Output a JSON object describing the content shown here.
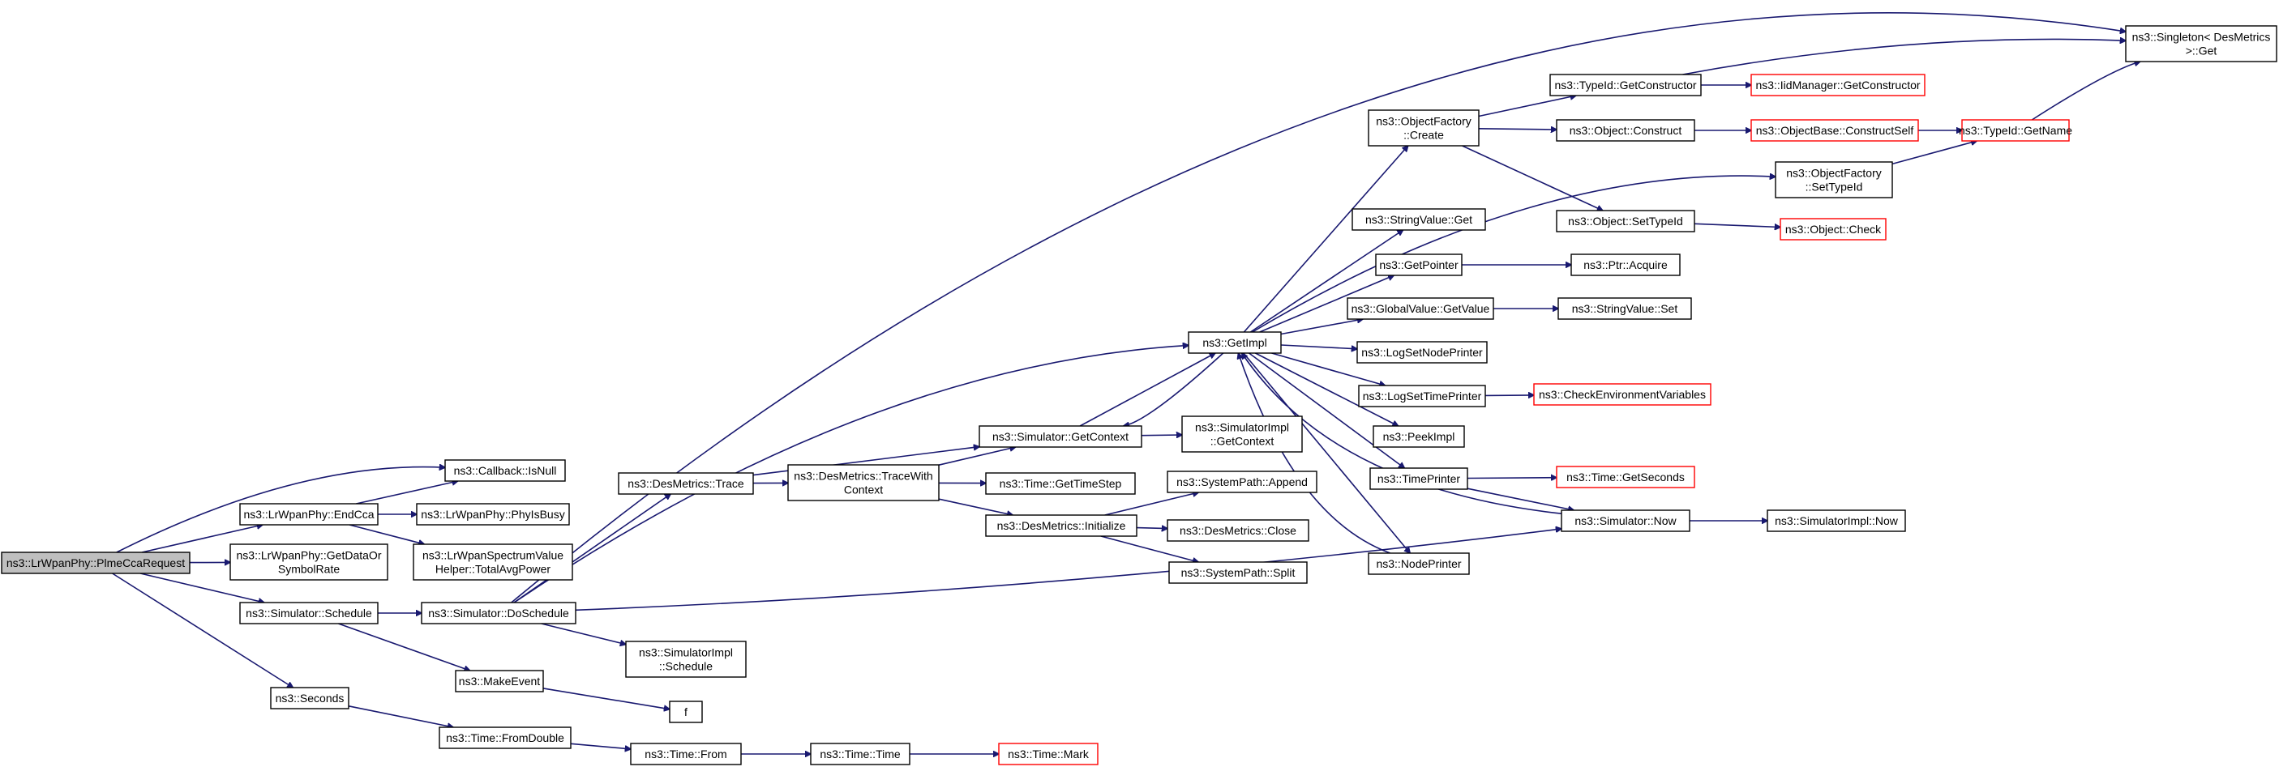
{
  "colors": {
    "edge": "#191970",
    "box_border": "#000000",
    "box_fill": "#ffffff",
    "truncated_border": "#ff0000",
    "root_fill": "#bfbfbf"
  },
  "nodes": [
    {
      "id": "root",
      "lines": [
        "ns3::LrWpanPhy::PlmeCcaRequest"
      ],
      "style": "root"
    },
    {
      "id": "cbnull",
      "lines": [
        "ns3::Callback::IsNull"
      ],
      "style": "normal"
    },
    {
      "id": "endcca",
      "lines": [
        "ns3::LrWpanPhy::EndCca"
      ],
      "style": "normal"
    },
    {
      "id": "getdata",
      "lines": [
        "ns3::LrWpanPhy::GetDataOr",
        "SymbolRate"
      ],
      "style": "normal"
    },
    {
      "id": "simsched",
      "lines": [
        "ns3::Simulator::Schedule"
      ],
      "style": "normal"
    },
    {
      "id": "seconds",
      "lines": [
        "ns3::Seconds"
      ],
      "style": "normal"
    },
    {
      "id": "phybusy",
      "lines": [
        "ns3::LrWpanPhy::PhyIsBusy"
      ],
      "style": "normal"
    },
    {
      "id": "totavg",
      "lines": [
        "ns3::LrWpanSpectrumValue",
        "Helper::TotalAvgPower"
      ],
      "style": "normal"
    },
    {
      "id": "dmtrace",
      "lines": [
        "ns3::DesMetrics::Trace"
      ],
      "style": "normal"
    },
    {
      "id": "dosched",
      "lines": [
        "ns3::Simulator::DoSchedule"
      ],
      "style": "normal"
    },
    {
      "id": "makeevent",
      "lines": [
        "ns3::MakeEvent"
      ],
      "style": "normal"
    },
    {
      "id": "fromdouble",
      "lines": [
        "ns3::Time::FromDouble"
      ],
      "style": "normal"
    },
    {
      "id": "tracewith",
      "lines": [
        "ns3::DesMetrics::TraceWith",
        "Context"
      ],
      "style": "normal"
    },
    {
      "id": "implsched",
      "lines": [
        "ns3::SimulatorImpl",
        "::Schedule"
      ],
      "style": "normal"
    },
    {
      "id": "f",
      "lines": [
        "f"
      ],
      "style": "normal"
    },
    {
      "id": "timefrom",
      "lines": [
        "ns3::Time::From"
      ],
      "style": "normal"
    },
    {
      "id": "getcontext",
      "lines": [
        "ns3::Simulator::GetContext"
      ],
      "style": "normal"
    },
    {
      "id": "timestep",
      "lines": [
        "ns3::Time::GetTimeStep"
      ],
      "style": "normal"
    },
    {
      "id": "dminit",
      "lines": [
        "ns3::DesMetrics::Initialize"
      ],
      "style": "normal"
    },
    {
      "id": "timetime",
      "lines": [
        "ns3::Time::Time"
      ],
      "style": "normal"
    },
    {
      "id": "implctx",
      "lines": [
        "ns3::SimulatorImpl",
        "::GetContext"
      ],
      "style": "normal"
    },
    {
      "id": "spappend",
      "lines": [
        "ns3::SystemPath::Append"
      ],
      "style": "normal"
    },
    {
      "id": "dmclose",
      "lines": [
        "ns3::DesMetrics::Close"
      ],
      "style": "normal"
    },
    {
      "id": "spsplit",
      "lines": [
        "ns3::SystemPath::Split"
      ],
      "style": "normal"
    },
    {
      "id": "timemark",
      "lines": [
        "ns3::Time::Mark"
      ],
      "style": "truncated"
    },
    {
      "id": "getimpl",
      "lines": [
        "ns3::GetImpl"
      ],
      "style": "normal"
    },
    {
      "id": "ofcreate",
      "lines": [
        "ns3::ObjectFactory",
        "::Create"
      ],
      "style": "normal"
    },
    {
      "id": "svget",
      "lines": [
        "ns3::StringValue::Get"
      ],
      "style": "normal"
    },
    {
      "id": "getpointer",
      "lines": [
        "ns3::GetPointer"
      ],
      "style": "normal"
    },
    {
      "id": "gvget",
      "lines": [
        "ns3::GlobalValue::GetValue"
      ],
      "style": "normal"
    },
    {
      "id": "lognode",
      "lines": [
        "ns3::LogSetNodePrinter"
      ],
      "style": "normal"
    },
    {
      "id": "logtime",
      "lines": [
        "ns3::LogSetTimePrinter"
      ],
      "style": "normal"
    },
    {
      "id": "peekimpl",
      "lines": [
        "ns3::PeekImpl"
      ],
      "style": "normal"
    },
    {
      "id": "timeprinter",
      "lines": [
        "ns3::TimePrinter"
      ],
      "style": "normal"
    },
    {
      "id": "nodeprinter",
      "lines": [
        "ns3::NodePrinter"
      ],
      "style": "normal"
    },
    {
      "id": "tidctor",
      "lines": [
        "ns3::TypeId::GetConstructor"
      ],
      "style": "normal"
    },
    {
      "id": "objconstruct",
      "lines": [
        "ns3::Object::Construct"
      ],
      "style": "normal"
    },
    {
      "id": "ofsettid",
      "lines": [
        "ns3::ObjectFactory",
        "::SetTypeId"
      ],
      "style": "normal"
    },
    {
      "id": "objsettid",
      "lines": [
        "ns3::Object::SetTypeId"
      ],
      "style": "normal"
    },
    {
      "id": "ptracquire",
      "lines": [
        "ns3::Ptr::Acquire"
      ],
      "style": "normal"
    },
    {
      "id": "svset",
      "lines": [
        "ns3::StringValue::Set"
      ],
      "style": "normal"
    },
    {
      "id": "checkenv",
      "lines": [
        "ns3::CheckEnvironmentVariables"
      ],
      "style": "truncated"
    },
    {
      "id": "getseconds",
      "lines": [
        "ns3::Time::GetSeconds"
      ],
      "style": "truncated"
    },
    {
      "id": "simnow",
      "lines": [
        "ns3::Simulator::Now"
      ],
      "style": "normal"
    },
    {
      "id": "iidctor",
      "lines": [
        "ns3::IidManager::GetConstructor"
      ],
      "style": "truncated"
    },
    {
      "id": "obconstruct",
      "lines": [
        "ns3::ObjectBase::ConstructSelf"
      ],
      "style": "truncated"
    },
    {
      "id": "objcheck",
      "lines": [
        "ns3::Object::Check"
      ],
      "style": "truncated"
    },
    {
      "id": "implnow",
      "lines": [
        "ns3::SimulatorImpl::Now"
      ],
      "style": "normal"
    },
    {
      "id": "singleton",
      "lines": [
        "ns3::Singleton< DesMetrics",
        " >::Get"
      ],
      "style": "normal"
    },
    {
      "id": "tidname",
      "lines": [
        "ns3::TypeId::GetName"
      ],
      "style": "truncated"
    }
  ],
  "edges": [
    [
      "root",
      "cbnull"
    ],
    [
      "root",
      "endcca"
    ],
    [
      "root",
      "getdata"
    ],
    [
      "root",
      "simsched"
    ],
    [
      "root",
      "seconds"
    ],
    [
      "endcca",
      "cbnull"
    ],
    [
      "endcca",
      "phybusy"
    ],
    [
      "endcca",
      "totavg"
    ],
    [
      "simsched",
      "dosched"
    ],
    [
      "simsched",
      "makeevent"
    ],
    [
      "seconds",
      "fromdouble"
    ],
    [
      "dosched",
      "dmtrace"
    ],
    [
      "dosched",
      "implsched"
    ],
    [
      "dosched",
      "getimpl"
    ],
    [
      "dosched",
      "singleton"
    ],
    [
      "dosched",
      "simnow"
    ],
    [
      "makeevent",
      "f"
    ],
    [
      "fromdouble",
      "timefrom"
    ],
    [
      "timefrom",
      "timetime"
    ],
    [
      "timetime",
      "timemark"
    ],
    [
      "dmtrace",
      "getcontext"
    ],
    [
      "dmtrace",
      "tracewith"
    ],
    [
      "tracewith",
      "getcontext"
    ],
    [
      "tracewith",
      "timestep"
    ],
    [
      "tracewith",
      "dminit"
    ],
    [
      "getcontext",
      "implctx"
    ],
    [
      "getcontext",
      "getimpl"
    ],
    [
      "dminit",
      "spappend"
    ],
    [
      "dminit",
      "dmclose"
    ],
    [
      "dminit",
      "spsplit"
    ],
    [
      "getimpl",
      "ofcreate"
    ],
    [
      "getimpl",
      "ofsettid"
    ],
    [
      "getimpl",
      "svget"
    ],
    [
      "getimpl",
      "getpointer"
    ],
    [
      "getimpl",
      "gvget"
    ],
    [
      "getimpl",
      "lognode"
    ],
    [
      "getimpl",
      "logtime"
    ],
    [
      "getimpl",
      "peekimpl"
    ],
    [
      "getimpl",
      "timeprinter"
    ],
    [
      "getimpl",
      "nodeprinter"
    ],
    [
      "getimpl",
      "getcontext"
    ],
    [
      "ofcreate",
      "tidctor"
    ],
    [
      "ofcreate",
      "objconstruct"
    ],
    [
      "ofcreate",
      "objsettid"
    ],
    [
      "tidctor",
      "iidctor"
    ],
    [
      "tidctor",
      "singleton"
    ],
    [
      "objconstruct",
      "obconstruct"
    ],
    [
      "obconstruct",
      "tidname"
    ],
    [
      "objsettid",
      "objcheck"
    ],
    [
      "ofsettid",
      "tidname"
    ],
    [
      "tidname",
      "singleton"
    ],
    [
      "getpointer",
      "ptracquire"
    ],
    [
      "gvget",
      "svset"
    ],
    [
      "logtime",
      "checkenv"
    ],
    [
      "timeprinter",
      "getseconds"
    ],
    [
      "timeprinter",
      "simnow"
    ],
    [
      "simnow",
      "implnow"
    ],
    [
      "simnow",
      "getimpl"
    ],
    [
      "nodeprinter",
      "getimpl"
    ]
  ]
}
